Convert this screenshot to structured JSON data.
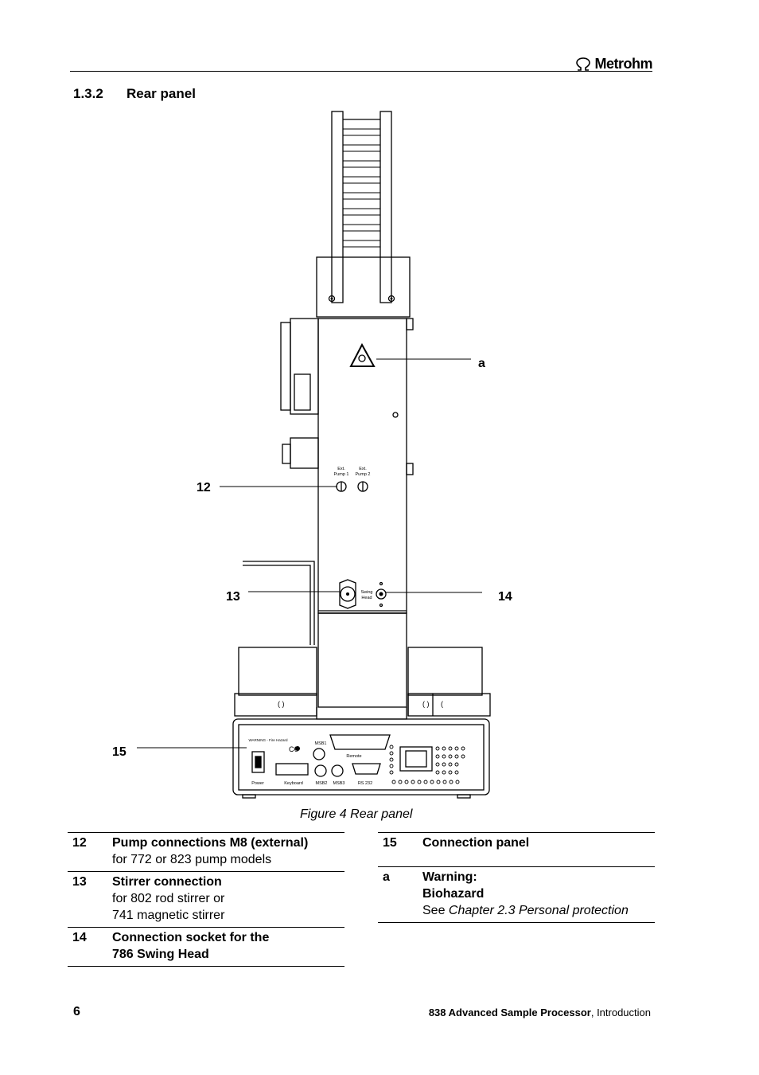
{
  "header": {
    "brand": "Metrohm"
  },
  "section": {
    "number": "1.3.2",
    "title": "Rear panel"
  },
  "figure": {
    "caption": "Figure 4  Rear panel",
    "callouts": {
      "c12": "12",
      "c13": "13",
      "c14": "14",
      "c15": "15",
      "ca": "a"
    },
    "labels": {
      "ext_pump1_a": "Ext.",
      "ext_pump1_b": "Pump 1",
      "ext_pump2_a": "Ext.",
      "ext_pump2_b": "Pump 2",
      "swing_a": "Swing",
      "swing_b": "Head",
      "msb1": "MSB1",
      "remote": "Remote",
      "power": "Power",
      "keyboard": "Keyboard",
      "msb2": "MSB2",
      "msb3": "MSB3",
      "rs232": "RS 232",
      "warning": "WARNING - Fire Hazard"
    }
  },
  "legend": {
    "left": [
      {
        "key": "12",
        "title": "Pump connections M8 (external)",
        "lines": [
          "for 772 or 823 pump models"
        ]
      },
      {
        "key": "13",
        "title": "Stirrer connection",
        "lines": [
          "for 802 rod stirrer or",
          "741 magnetic stirrer"
        ]
      },
      {
        "key": "14",
        "title": "Connection socket for the",
        "title2": "786 Swing Head",
        "lines": []
      }
    ],
    "right": [
      {
        "key": "15",
        "title": "Connection panel"
      },
      {
        "key": "a",
        "title": "Warning:",
        "title2": "Biohazard",
        "see": "See ",
        "see_italic": "Chapter 2.3 Personal protection"
      }
    ]
  },
  "footer": {
    "page": "6",
    "product": "838 Advanced Sample Processor",
    "suffix": ", Introduction"
  }
}
